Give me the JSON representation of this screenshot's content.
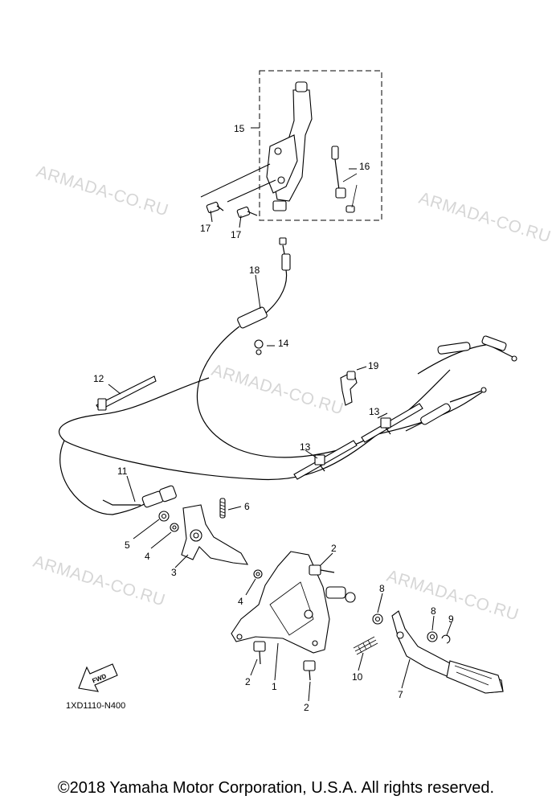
{
  "watermark": "ARMADA-CO.RU",
  "callouts": [
    "15",
    "16",
    "17",
    "17",
    "18",
    "14",
    "19",
    "12",
    "13",
    "13",
    "11",
    "6",
    "5",
    "4",
    "3",
    "2",
    "4",
    "8",
    "8",
    "9",
    "1",
    "2",
    "2",
    "10",
    "7"
  ],
  "fwd_label": "FWD",
  "diagram_code": "1XD1110-N400",
  "copyright": "©2018 Yamaha Motor Corporation, U.S.A. All rights reserved."
}
